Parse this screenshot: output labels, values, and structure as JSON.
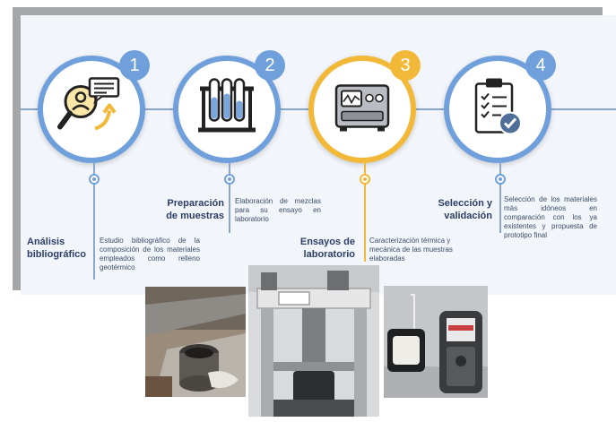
{
  "steps": [
    {
      "number": "1",
      "title": "Análisis bibliográfico",
      "description": "Estudio bibliográfico de la composición de los materiales empleados como relleno geotérmico",
      "icon": "research-search-icon"
    },
    {
      "number": "2",
      "title": "Preparación de muestras",
      "description": "Elaboración de mezclas para su ensayo en laboratorio",
      "icon": "test-tubes-icon"
    },
    {
      "number": "3",
      "title": "Ensayos de laboratorio",
      "description": "Caracterización térmica y mecánica de las muestras elaboradas",
      "icon": "lab-equipment-icon"
    },
    {
      "number": "4",
      "title": "Selección y validación",
      "description": "Selección de los materiales más idóneos en comparación con los ya existentes y propuesta de prototipo final",
      "icon": "checklist-icon"
    }
  ],
  "colors": {
    "accent_blue": "#6fa0dc",
    "accent_gold": "#f2b938",
    "text_dark": "#2c3e66",
    "line": "#8aa6cc",
    "background": "#f2f6fb"
  },
  "photos": [
    {
      "name": "sample-mold-photo"
    },
    {
      "name": "compression-press-photo"
    },
    {
      "name": "thermal-probe-meter-photo"
    }
  ]
}
